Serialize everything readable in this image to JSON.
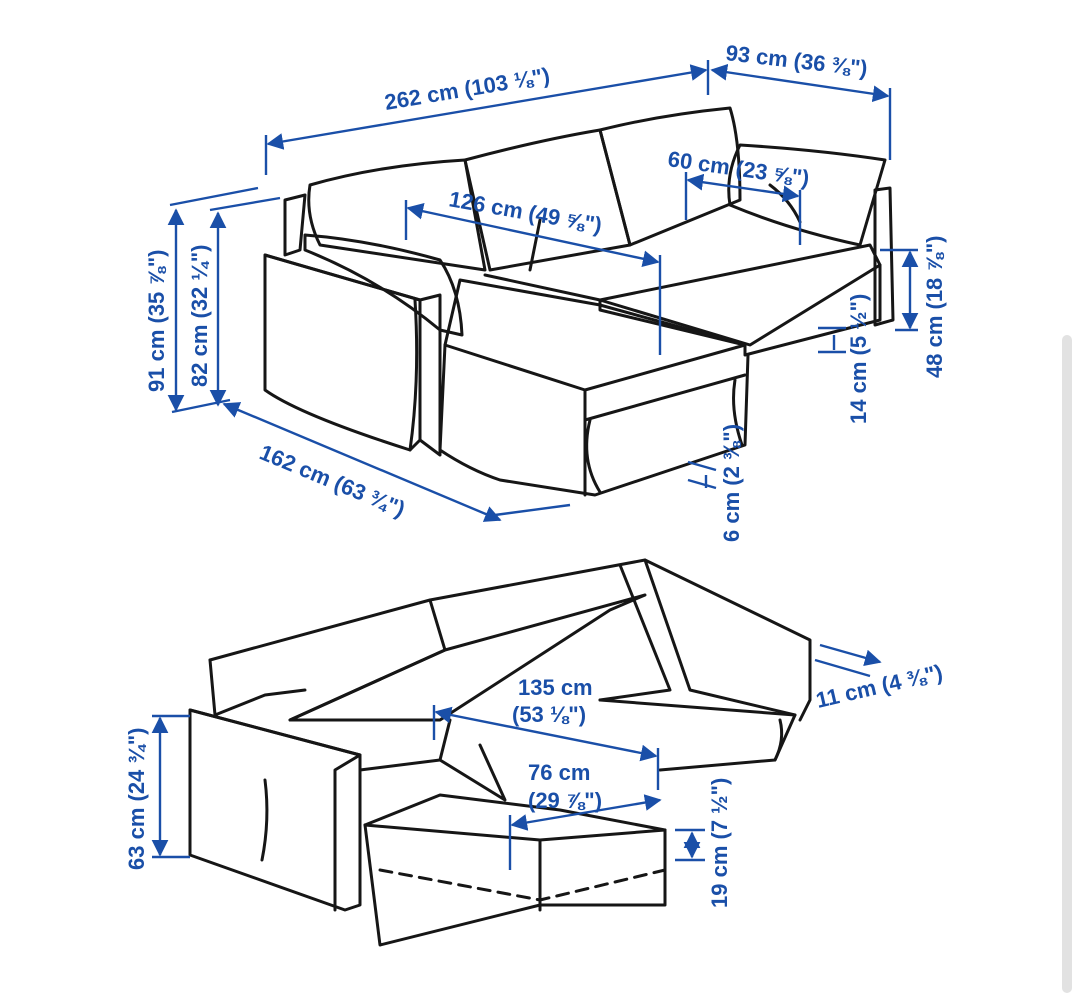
{
  "colors": {
    "dimension": "#1a4fa8",
    "outline": "#161616",
    "background": "#ffffff"
  },
  "top_view": {
    "total_width": "262 cm (103 ⅛\")",
    "depth_main": "93 cm (36 ⅜\")",
    "seat_width": "126 cm (49 ⅝\")",
    "seat_depth": "60 cm (23 ⅝\")",
    "height_total": "91 cm (35 ⅞\")",
    "height_back": "82 cm (32 ¼\")",
    "arm_height": "48 cm (18 ⅞\")",
    "leg_height_right": "14 cm (5 ½\")",
    "chaise_length": "162 cm (63 ¾\")",
    "leg_height_front": "6 cm (2 ⅜\")"
  },
  "bottom_view": {
    "bed_length_label": [
      "135 cm",
      "(53 ⅛\")"
    ],
    "bed_width_label": [
      "76 cm",
      "(29 ⅞\")"
    ],
    "side_height": "63 cm (24 ¾\")",
    "storage_depth": "19 cm (7 ½\")",
    "back_thickness": "11 cm (4 ⅜\")"
  }
}
